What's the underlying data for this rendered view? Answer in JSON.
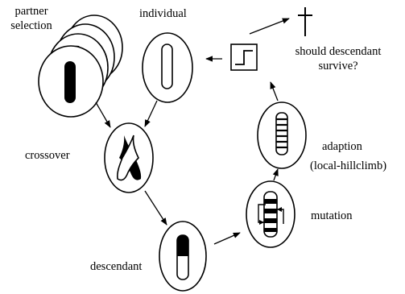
{
  "labels": {
    "partner_selection_1": "partner",
    "partner_selection_2": "selection",
    "individual": "individual",
    "should_survive_1": "should descendant",
    "should_survive_2": "survive?",
    "crossover": "crossover",
    "adaption": "adaption",
    "adaption_detail": "(local-hillclimb)",
    "mutation": "mutation",
    "descendant": "descendant"
  },
  "icons": {
    "death": "cross-icon",
    "selection": "step-function-icon"
  }
}
